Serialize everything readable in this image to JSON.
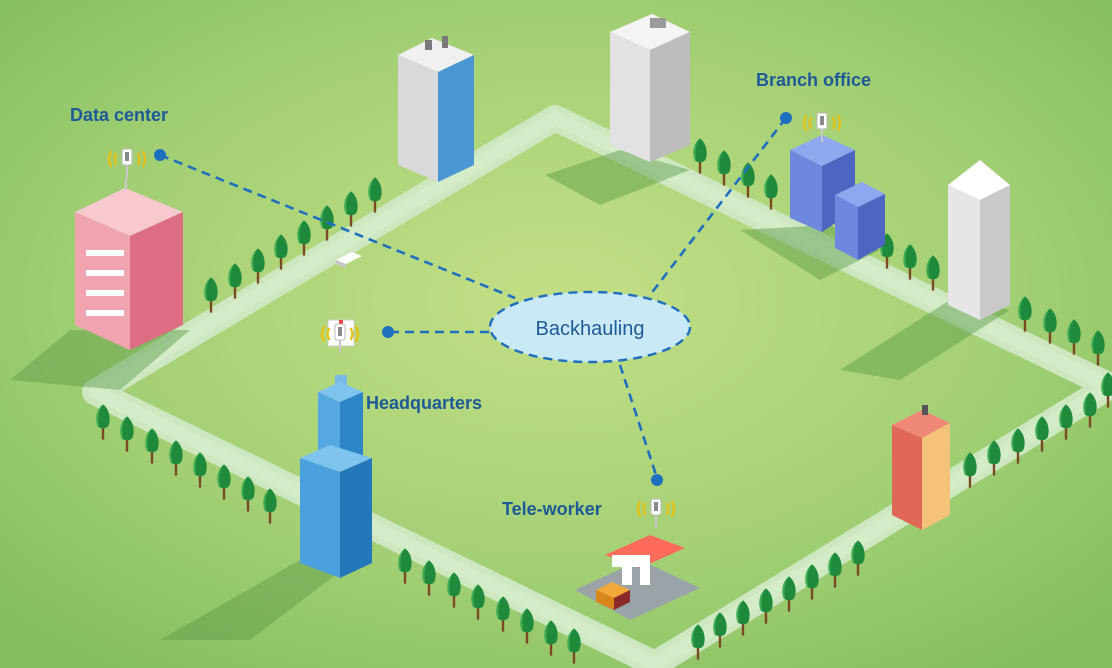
{
  "labels": {
    "data_center": "Data center",
    "branch_office": "Branch office",
    "headquarters": "Headquarters",
    "tele_worker": "Tele-worker",
    "backhauling": "Backhauling"
  },
  "colors": {
    "label_text": "#1e5a96",
    "link_line": "#1f6fbf",
    "hub_fill": "#c9e9f6",
    "road": "#cde8c0",
    "grass": "#8cc464",
    "tree": "#1f8a3c"
  },
  "icons": [
    "antenna-icon",
    "tree-icon",
    "car-icon",
    "truck-icon",
    "building-icon"
  ]
}
